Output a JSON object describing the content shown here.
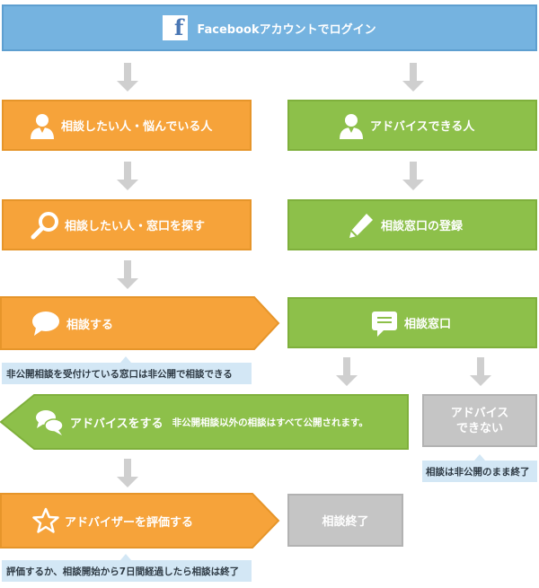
{
  "colors": {
    "orange": "#f6a33a",
    "green": "#8dc04a",
    "gray": "#c5c5c5",
    "blue": "#75b3e0",
    "note_bg": "#d3e7f5",
    "arrow": "#cfcfcf"
  },
  "login": {
    "label": "Facebookアカウントでログイン",
    "icon": "facebook-icon",
    "icon_text": "f"
  },
  "left": {
    "seeker": {
      "label": "相談したい人・悩んでいる人",
      "icon": "person-icon"
    },
    "search": {
      "label": "相談したい人・窓口を探す",
      "icon": "magnifier-icon"
    },
    "consult": {
      "label": "相談する",
      "icon": "speech-bubble-icon"
    },
    "consult_note": "非公開相談を受付けている窓口は非公開で相談できる",
    "advise": {
      "label": "アドバイスをする",
      "sub": "非公開相談以外の相談はすべて公開されます。",
      "icon": "two-bubbles-icon"
    },
    "evaluate": {
      "label": "アドバイザーを評価する",
      "icon": "star-icon"
    },
    "evaluate_note": "評価するか、相談開始から7日間経過したら相談は終了"
  },
  "right": {
    "adviser": {
      "label": "アドバイスできる人",
      "icon": "person-icon"
    },
    "register": {
      "label": "相談窓口の登録",
      "icon": "pencil-icon"
    },
    "window": {
      "label": "相談窓口",
      "icon": "message-icon"
    },
    "cannot": {
      "line1": "アドバイス",
      "line2": "できない"
    },
    "cannot_note": "相談は非公開のまま終了",
    "end": {
      "label": "相談終了"
    }
  }
}
